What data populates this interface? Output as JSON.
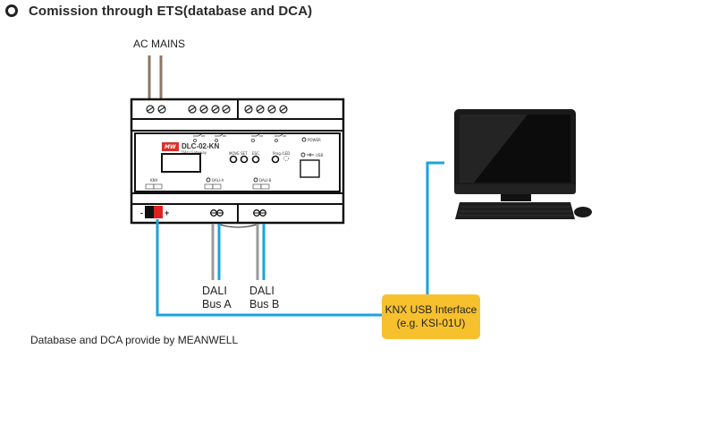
{
  "header": {
    "title": "Comission through ETS(database and DCA)",
    "bullet_icon": "circle-bullet-icon"
  },
  "labels": {
    "ac_mains": "AC MAINS",
    "dali_a_line1": "DALI",
    "dali_a_line2": "Bus A",
    "dali_b_line1": "DALI",
    "dali_b_line2": "Bus B",
    "footer_note": "Database and DCA provide by MEANWELL"
  },
  "device": {
    "model": "DLC-02-KN",
    "subtitle": "DALI Gateway",
    "brand": "MW",
    "buttons": [
      "MOVE",
      "SET",
      "ESC"
    ],
    "prog_label": "Prog./LED",
    "power_label": "POWER",
    "usb_label": "USB",
    "knx_port_label": "KNX",
    "dali_a_port_label": "DALI-A",
    "dali_b_port_label": "DALI-B",
    "minus_sign": "-",
    "plus_sign": "+"
  },
  "interface_box": {
    "line1": "KNX USB Interface",
    "line2": "(e.g. KSI-01U)",
    "color": "#f7c12e"
  },
  "colors": {
    "wire_blue": "#1aa3dc",
    "wire_gray": "#9a9a9a",
    "wire_brown": "#8b7763",
    "knx_terminal_red": "#e0201e"
  },
  "computer": {
    "icon": "desktop-computer-icon"
  }
}
